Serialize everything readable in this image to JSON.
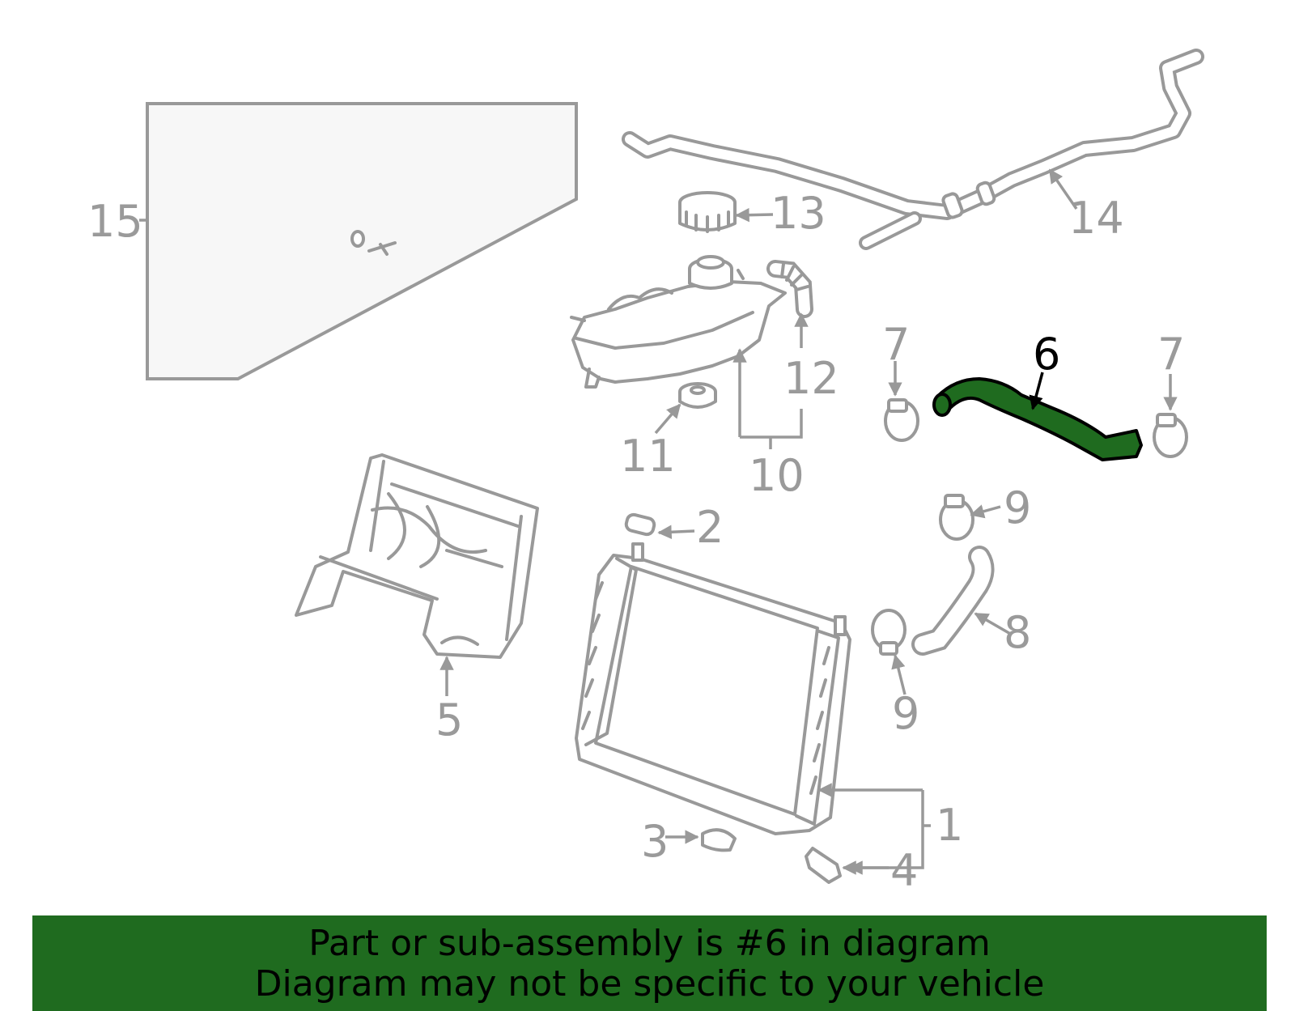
{
  "diagram": {
    "highlighted_part": "6",
    "callouts": {
      "n1": "1",
      "n2": "2",
      "n3": "3",
      "n4": "4",
      "n5": "5",
      "n6": "6",
      "n7a": "7",
      "n7b": "7",
      "n8": "8",
      "n9a": "9",
      "n9b": "9",
      "n10": "10",
      "n11": "11",
      "n12": "12",
      "n13": "13",
      "n14": "14",
      "n15": "15"
    }
  },
  "banner": {
    "line1": "Part or sub-assembly is #6 in diagram",
    "line2": "Diagram may not be specific to your vehicle"
  },
  "colors": {
    "highlight": "#1f6b1f",
    "parts": "#999999",
    "banner": "#1f6b1f"
  }
}
